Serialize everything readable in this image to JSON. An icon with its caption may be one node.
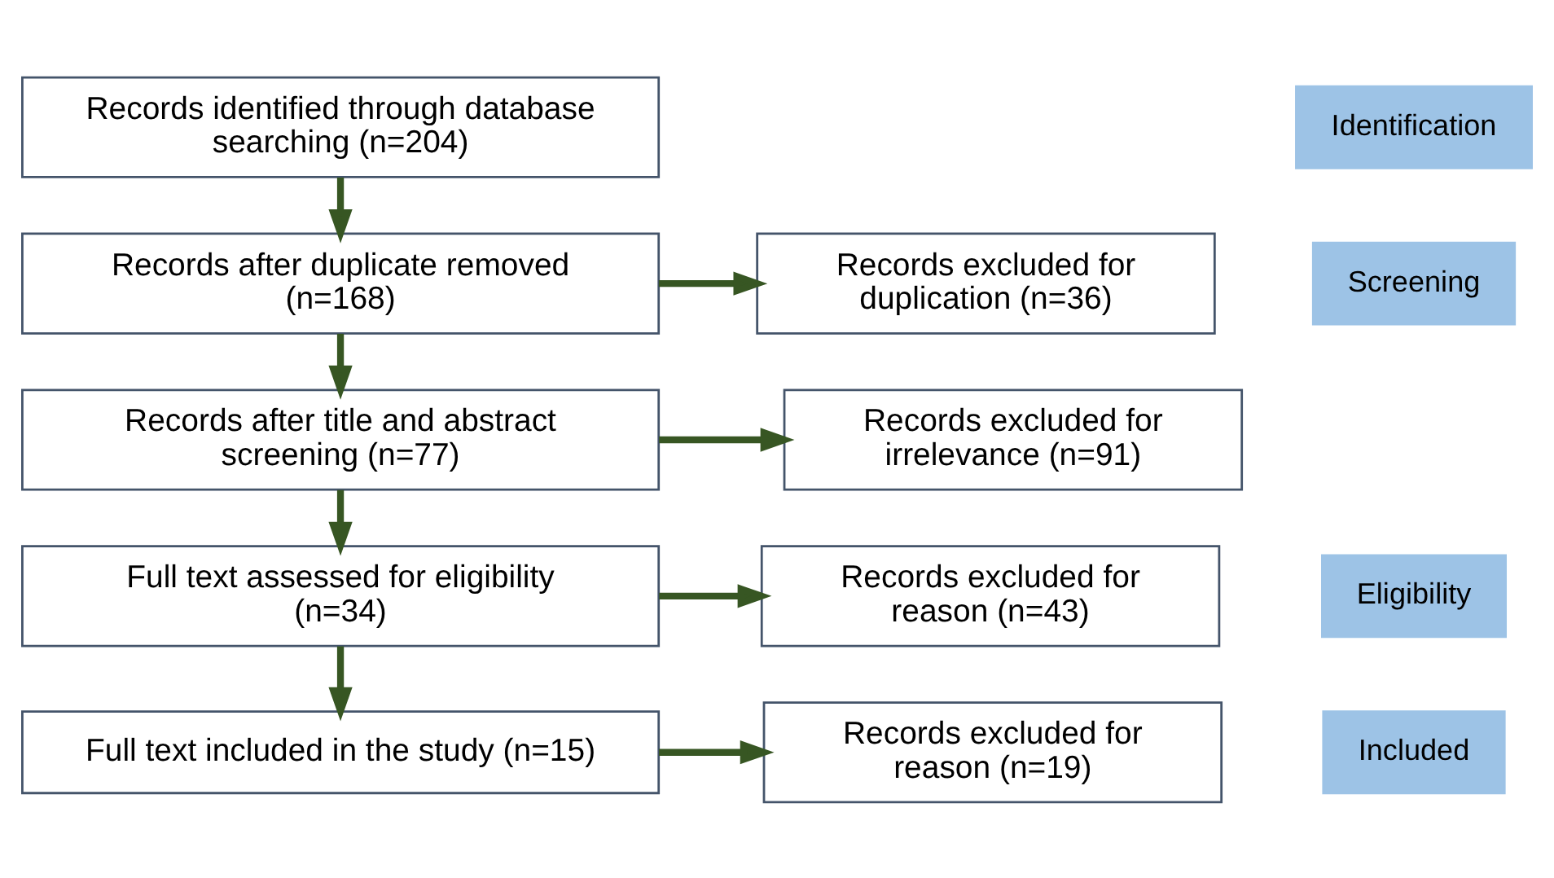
{
  "diagram": {
    "nodes": [
      {
        "text": [
          "Records identified through database searching (n=204)"
        ]
      },
      {
        "text": [
          "Records after duplicate removed (n=168)"
        ]
      },
      {
        "text": [
          "Records excluded for duplication (n=36)"
        ]
      },
      {
        "text": [
          "Records after title and abstract screening (n=77)"
        ]
      },
      {
        "text": [
          "Records excluded for irrelevance (n=91)"
        ]
      },
      {
        "text": [
          "Full text assessed for eligibility (n=34)"
        ]
      },
      {
        "text": [
          "Records excluded for reason (n=43)"
        ]
      },
      {
        "text": [
          "Full text included in the study (n=15)"
        ]
      },
      {
        "text": [
          "Records excluded for reason (n=19)"
        ]
      },
      {
        "text": [
          "Identification"
        ]
      },
      {
        "text": [
          "Screening"
        ]
      },
      {
        "text": [
          "Eligibility"
        ]
      },
      {
        "text": [
          "Included"
        ]
      }
    ],
    "edges": [
      {
        "from": 0,
        "to": 1,
        "arrow": "to"
      },
      {
        "from": 1,
        "to": 2,
        "arrow": "to"
      },
      {
        "from": 1,
        "to": 3,
        "arrow": "to"
      },
      {
        "from": 3,
        "to": 4,
        "arrow": "to"
      },
      {
        "from": 3,
        "to": 5,
        "arrow": "to"
      },
      {
        "from": 5,
        "to": 6,
        "arrow": "to"
      },
      {
        "from": 5,
        "to": 7,
        "arrow": "to"
      },
      {
        "from": 7,
        "to": 8,
        "arrow": "to"
      }
    ]
  }
}
